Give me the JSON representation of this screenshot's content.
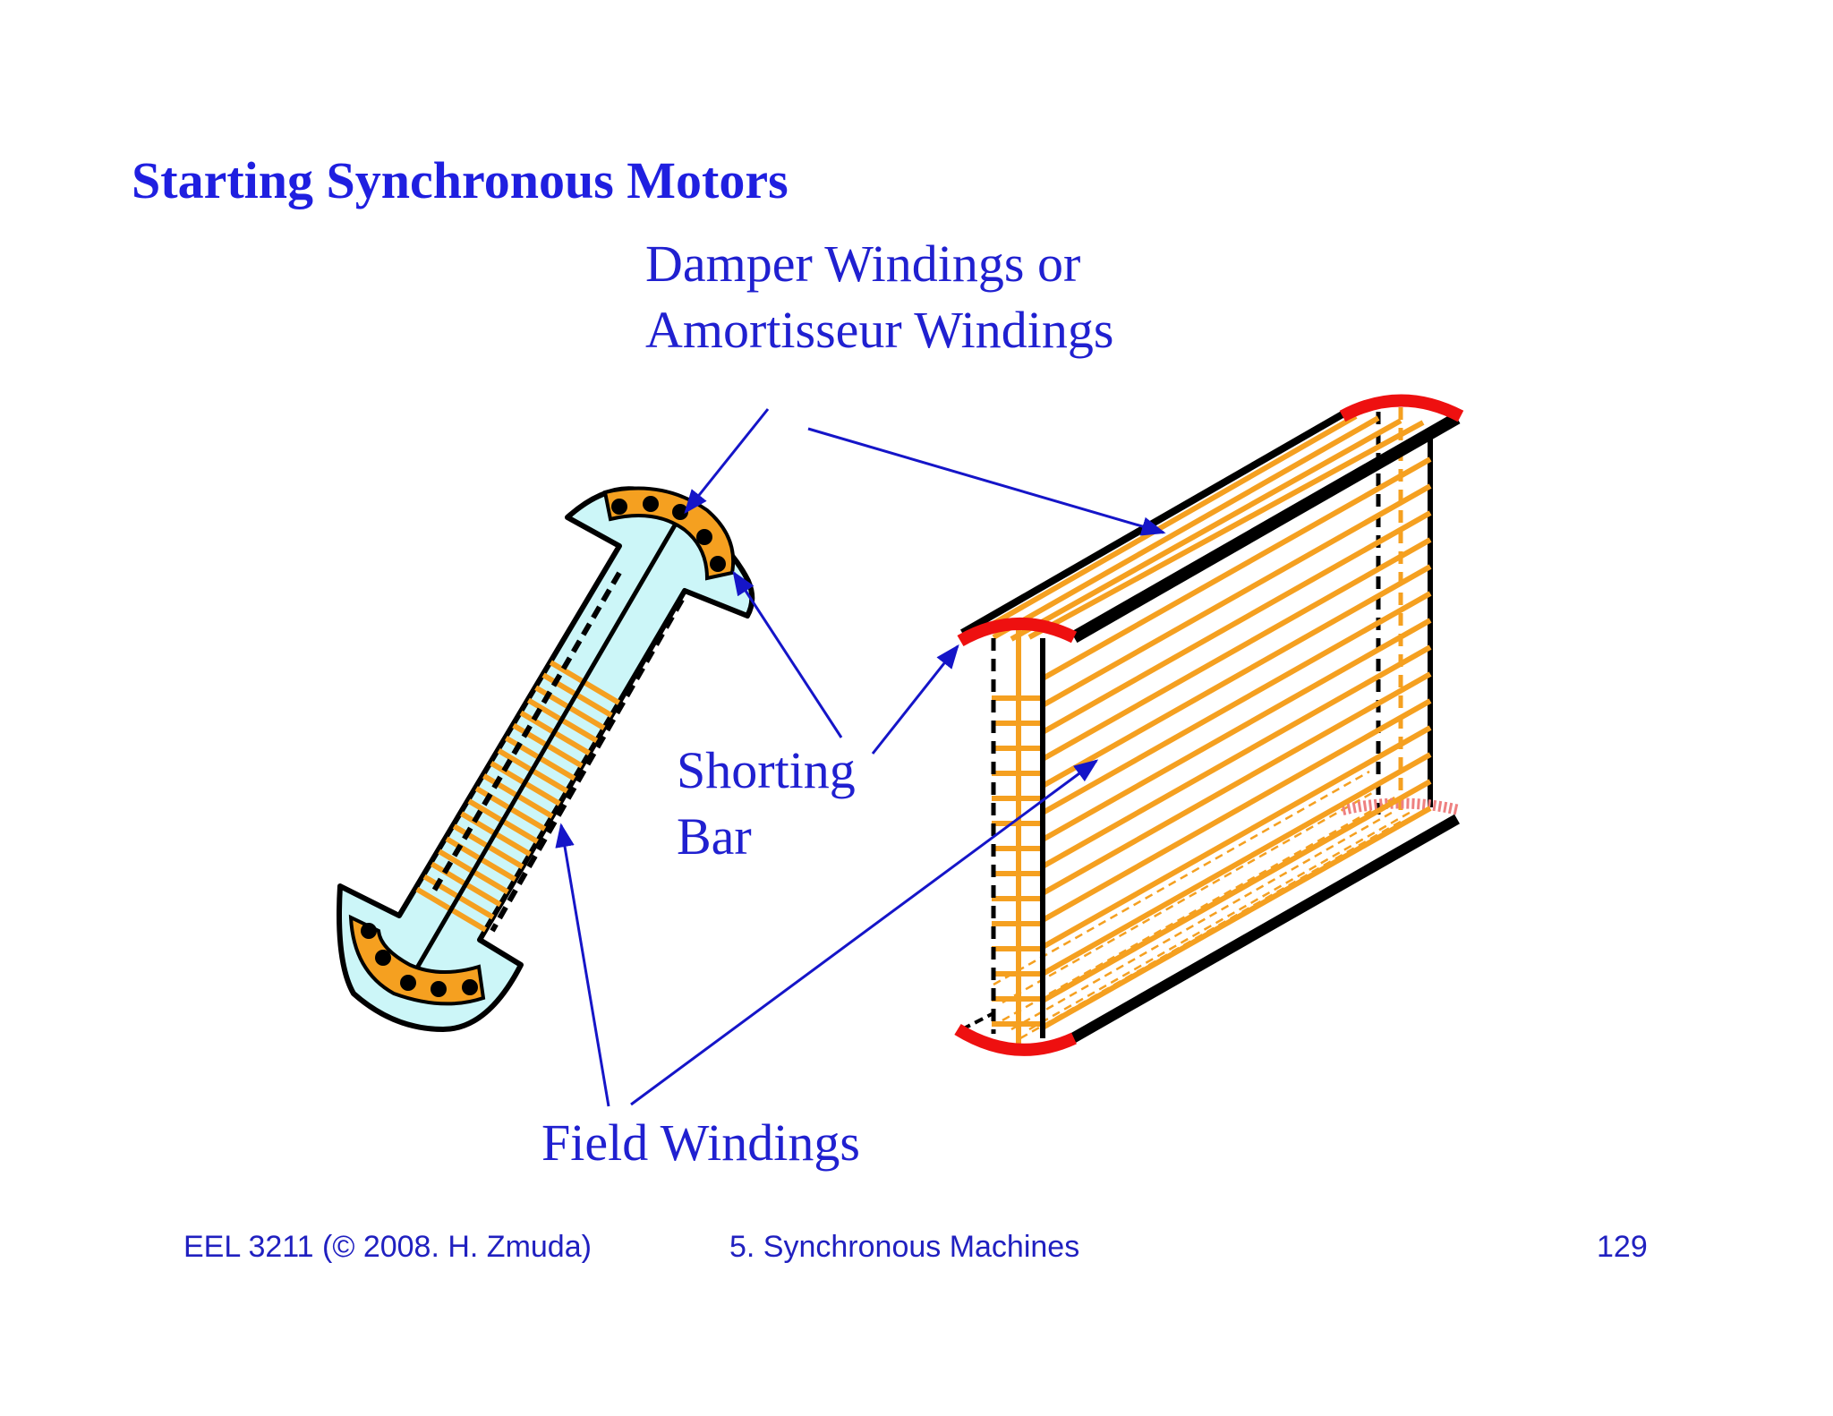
{
  "slide": {
    "title": "Starting Synchronous Motors",
    "labels": {
      "damper_line1": "Damper Windings or",
      "damper_line2": "Amortisseur Windings",
      "shorting_line1": "Shorting",
      "shorting_line2": "Bar",
      "field": "Field Windings"
    },
    "footer": {
      "course": "EEL 3211 (© 2008. H. Zmuda)",
      "chapter": "5. Synchronous Machines",
      "page": "129"
    }
  },
  "colors": {
    "title": "#1f1fe0",
    "label": "#2020d0",
    "pole_fill": "#ccf6f8",
    "winding": "#f5a020",
    "shorting_bar": "#ee1010",
    "outline": "#000000",
    "arrow": "#1515c8"
  }
}
